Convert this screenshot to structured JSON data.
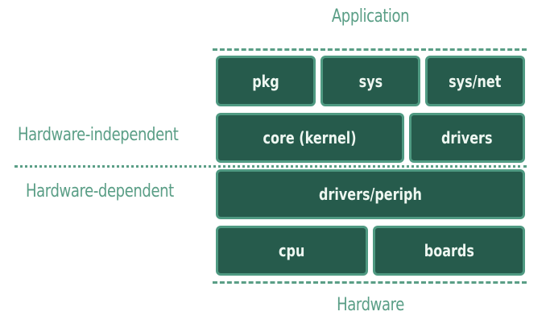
{
  "labels": {
    "top": "Application",
    "bottom": "Hardware",
    "independent": "Hardware-independent",
    "dependent": "Hardware-dependent"
  },
  "boxes": {
    "pkg": "pkg",
    "sys": "sys",
    "sys_net": "sys/net",
    "core": "core (kernel)",
    "drivers": "drivers",
    "drivers_periph": "drivers/periph",
    "cpu": "cpu",
    "boards": "boards"
  },
  "colors": {
    "box_fill": "#265b4c",
    "box_border": "#4f9a82",
    "label": "#5a9e86",
    "box_text": "#eef7f1"
  }
}
